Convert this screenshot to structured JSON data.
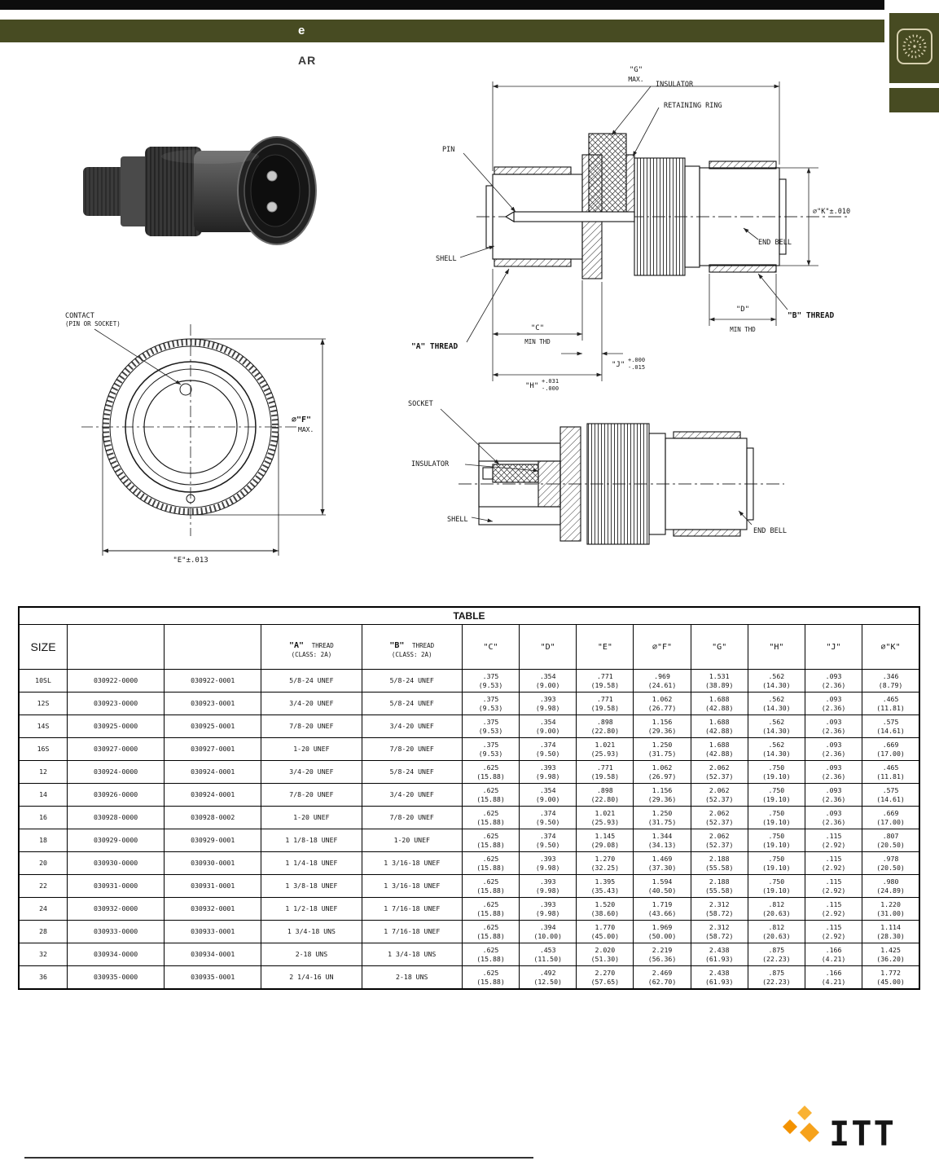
{
  "header": {
    "band_text": "e",
    "series": "AR",
    "accent_color": "#474b22"
  },
  "diagrams": {
    "pin_section": {
      "g": "\"G\"",
      "g_max": "MAX.",
      "insulator": "INSULATOR",
      "retaining_ring": "RETAINING RING",
      "pin": "PIN",
      "k": "∅\"K\"±.010",
      "end_bell": "END BELL",
      "shell": "SHELL",
      "b_thread": "\"B\" THREAD",
      "a_thread": "\"A\" THREAD",
      "c": "\"C\"",
      "c_min": "MIN THD",
      "d": "\"D\"",
      "d_min": "MIN THD",
      "j": "\"J\"",
      "j_plus": "+.000",
      "j_minus": "-.015",
      "h": "\"H\"",
      "h_plus": "+.031",
      "h_minus": "-.000"
    },
    "socket_section": {
      "socket": "SOCKET",
      "insulator": "INSULATOR",
      "shell": "SHELL",
      "end_bell": "END BELL"
    },
    "front_view": {
      "contact1": "CONTACT",
      "contact2": "(PIN OR SOCKET)",
      "f": "∅\"F\"",
      "f_max": "MAX.",
      "e": "\"E\"±.013"
    }
  },
  "table": {
    "title": "TABLE",
    "headers": {
      "size": "SIZE",
      "pn1": "",
      "pn2": "",
      "a1": "\"A\"",
      "a2": "THREAD",
      "a3": "(CLASS: 2A)",
      "b1": "\"B\"",
      "b2": "THREAD",
      "b3": "(CLASS: 2A)",
      "c": "\"C\"",
      "d": "\"D\"",
      "e": "\"E\"",
      "f": "∅\"F\"",
      "g": "\"G\"",
      "h": "\"H\"",
      "j": "\"J\"",
      "k": "∅\"K\""
    },
    "rows": [
      {
        "size": "10SL",
        "pn1": "030922-0000",
        "pn2": "030922-0001",
        "a": "5/8-24 UNEF",
        "b": "5/8-24 UNEF",
        "c": [
          ".375",
          "(9.53)"
        ],
        "d": [
          ".354",
          "(9.00)"
        ],
        "e": [
          ".771",
          "(19.58)"
        ],
        "f": [
          ".969",
          "(24.61)"
        ],
        "g": [
          "1.531",
          "(38.89)"
        ],
        "h": [
          ".562",
          "(14.30)"
        ],
        "j": [
          ".093",
          "(2.36)"
        ],
        "k": [
          ".346",
          "(8.79)"
        ]
      },
      {
        "size": "12S",
        "pn1": "030923-0000",
        "pn2": "030923-0001",
        "a": "3/4-20 UNEF",
        "b": "5/8-24 UNEF",
        "c": [
          ".375",
          "(9.53)"
        ],
        "d": [
          ".393",
          "(9.98)"
        ],
        "e": [
          ".771",
          "(19.58)"
        ],
        "f": [
          "1.062",
          "(26.77)"
        ],
        "g": [
          "1.688",
          "(42.88)"
        ],
        "h": [
          ".562",
          "(14.30)"
        ],
        "j": [
          ".093",
          "(2.36)"
        ],
        "k": [
          ".465",
          "(11.81)"
        ]
      },
      {
        "size": "14S",
        "pn1": "030925-0000",
        "pn2": "030925-0001",
        "a": "7/8-20 UNEF",
        "b": "3/4-20 UNEF",
        "c": [
          ".375",
          "(9.53)"
        ],
        "d": [
          ".354",
          "(9.00)"
        ],
        "e": [
          ".898",
          "(22.80)"
        ],
        "f": [
          "1.156",
          "(29.36)"
        ],
        "g": [
          "1.688",
          "(42.88)"
        ],
        "h": [
          ".562",
          "(14.30)"
        ],
        "j": [
          ".093",
          "(2.36)"
        ],
        "k": [
          ".575",
          "(14.61)"
        ]
      },
      {
        "size": "16S",
        "pn1": "030927-0000",
        "pn2": "030927-0001",
        "a": "1-20 UNEF",
        "b": "7/8-20 UNEF",
        "c": [
          ".375",
          "(9.53)"
        ],
        "d": [
          ".374",
          "(9.50)"
        ],
        "e": [
          "1.021",
          "(25.93)"
        ],
        "f": [
          "1.250",
          "(31.75)"
        ],
        "g": [
          "1.688",
          "(42.88)"
        ],
        "h": [
          ".562",
          "(14.30)"
        ],
        "j": [
          ".093",
          "(2.36)"
        ],
        "k": [
          ".669",
          "(17.00)"
        ]
      },
      {
        "size": "12",
        "pn1": "030924-0000",
        "pn2": "030924-0001",
        "a": "3/4-20 UNEF",
        "b": "5/8-24 UNEF",
        "c": [
          ".625",
          "(15.88)"
        ],
        "d": [
          ".393",
          "(9.98)"
        ],
        "e": [
          ".771",
          "(19.58)"
        ],
        "f": [
          "1.062",
          "(26.97)"
        ],
        "g": [
          "2.062",
          "(52.37)"
        ],
        "h": [
          ".750",
          "(19.10)"
        ],
        "j": [
          ".093",
          "(2.36)"
        ],
        "k": [
          ".465",
          "(11.81)"
        ]
      },
      {
        "size": "14",
        "pn1": "030926-0000",
        "pn2": "030924-0001",
        "a": "7/8-20 UNEF",
        "b": "3/4-20 UNEF",
        "c": [
          ".625",
          "(15.88)"
        ],
        "d": [
          ".354",
          "(9.00)"
        ],
        "e": [
          ".898",
          "(22.80)"
        ],
        "f": [
          "1.156",
          "(29.36)"
        ],
        "g": [
          "2.062",
          "(52.37)"
        ],
        "h": [
          ".750",
          "(19.10)"
        ],
        "j": [
          ".093",
          "(2.36)"
        ],
        "k": [
          ".575",
          "(14.61)"
        ]
      },
      {
        "size": "16",
        "pn1": "030928-0000",
        "pn2": "030928-0002",
        "a": "1-20 UNEF",
        "b": "7/8-20 UNEF",
        "c": [
          ".625",
          "(15.88)"
        ],
        "d": [
          ".374",
          "(9.50)"
        ],
        "e": [
          "1.021",
          "(25.93)"
        ],
        "f": [
          "1.250",
          "(31.75)"
        ],
        "g": [
          "2.062",
          "(52.37)"
        ],
        "h": [
          ".750",
          "(19.10)"
        ],
        "j": [
          ".093",
          "(2.36)"
        ],
        "k": [
          ".669",
          "(17.00)"
        ]
      },
      {
        "size": "18",
        "pn1": "030929-0000",
        "pn2": "030929-0001",
        "a": "1 1/8-18 UNEF",
        "b": "1-20 UNEF",
        "c": [
          ".625",
          "(15.88)"
        ],
        "d": [
          ".374",
          "(9.50)"
        ],
        "e": [
          "1.145",
          "(29.08)"
        ],
        "f": [
          "1.344",
          "(34.13)"
        ],
        "g": [
          "2.062",
          "(52.37)"
        ],
        "h": [
          ".750",
          "(19.10)"
        ],
        "j": [
          ".115",
          "(2.92)"
        ],
        "k": [
          ".807",
          "(20.50)"
        ]
      },
      {
        "size": "20",
        "pn1": "030930-0000",
        "pn2": "030930-0001",
        "a": "1 1/4-18 UNEF",
        "b": "1 3/16-18 UNEF",
        "c": [
          ".625",
          "(15.88)"
        ],
        "d": [
          ".393",
          "(9.98)"
        ],
        "e": [
          "1.270",
          "(32.25)"
        ],
        "f": [
          "1.469",
          "(37.30)"
        ],
        "g": [
          "2.188",
          "(55.58)"
        ],
        "h": [
          ".750",
          "(19.10)"
        ],
        "j": [
          ".115",
          "(2.92)"
        ],
        "k": [
          ".978",
          "(20.50)"
        ]
      },
      {
        "size": "22",
        "pn1": "030931-0000",
        "pn2": "030931-0001",
        "a": "1 3/8-18 UNEF",
        "b": "1 3/16-18 UNEF",
        "c": [
          ".625",
          "(15.88)"
        ],
        "d": [
          ".393",
          "(9.98)"
        ],
        "e": [
          "1.395",
          "(35.43)"
        ],
        "f": [
          "1.594",
          "(40.50)"
        ],
        "g": [
          "2.188",
          "(55.58)"
        ],
        "h": [
          ".750",
          "(19.10)"
        ],
        "j": [
          ".115",
          "(2.92)"
        ],
        "k": [
          ".980",
          "(24.89)"
        ]
      },
      {
        "size": "24",
        "pn1": "030932-0000",
        "pn2": "030932-0001",
        "a": "1 1/2-18 UNEF",
        "b": "1 7/16-18 UNEF",
        "c": [
          ".625",
          "(15.88)"
        ],
        "d": [
          ".393",
          "(9.98)"
        ],
        "e": [
          "1.520",
          "(38.60)"
        ],
        "f": [
          "1.719",
          "(43.66)"
        ],
        "g": [
          "2.312",
          "(58.72)"
        ],
        "h": [
          ".812",
          "(20.63)"
        ],
        "j": [
          ".115",
          "(2.92)"
        ],
        "k": [
          "1.220",
          "(31.00)"
        ]
      },
      {
        "size": "28",
        "pn1": "030933-0000",
        "pn2": "030933-0001",
        "a": "1 3/4-18 UNS",
        "b": "1 7/16-18 UNEF",
        "c": [
          ".625",
          "(15.88)"
        ],
        "d": [
          ".394",
          "(10.00)"
        ],
        "e": [
          "1.770",
          "(45.00)"
        ],
        "f": [
          "1.969",
          "(50.00)"
        ],
        "g": [
          "2.312",
          "(58.72)"
        ],
        "h": [
          ".812",
          "(20.63)"
        ],
        "j": [
          ".115",
          "(2.92)"
        ],
        "k": [
          "1.114",
          "(28.30)"
        ]
      },
      {
        "size": "32",
        "pn1": "030934-0000",
        "pn2": "030934-0001",
        "a": "2-18 UNS",
        "b": "1 3/4-18 UNS",
        "c": [
          ".625",
          "(15.88)"
        ],
        "d": [
          ".453",
          "(11.50)"
        ],
        "e": [
          "2.020",
          "(51.30)"
        ],
        "f": [
          "2.219",
          "(56.36)"
        ],
        "g": [
          "2.438",
          "(61.93)"
        ],
        "h": [
          ".875",
          "(22.23)"
        ],
        "j": [
          ".166",
          "(4.21)"
        ],
        "k": [
          "1.425",
          "(36.20)"
        ]
      },
      {
        "size": "36",
        "pn1": "030935-0000",
        "pn2": "030935-0001",
        "a": "2 1/4-16 UN",
        "b": "2-18 UNS",
        "c": [
          ".625",
          "(15.88)"
        ],
        "d": [
          ".492",
          "(12.50)"
        ],
        "e": [
          "2.270",
          "(57.65)"
        ],
        "f": [
          "2.469",
          "(62.70)"
        ],
        "g": [
          "2.438",
          "(61.93)"
        ],
        "h": [
          ".875",
          "(22.23)"
        ],
        "j": [
          ".166",
          "(4.21)"
        ],
        "k": [
          "1.772",
          "(45.00)"
        ]
      }
    ]
  },
  "logo": {
    "text": "ITT"
  }
}
